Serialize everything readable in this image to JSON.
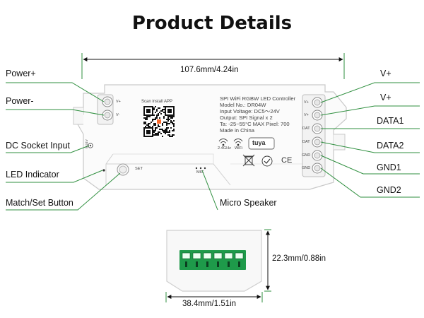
{
  "title": "Product Details",
  "dimensions": {
    "length": "107.6mm/4.24in",
    "height": "22.3mm/0.88in",
    "width": "38.4mm/1.51in"
  },
  "left_labels": {
    "power_plus": "Power+",
    "power_minus": "Power-",
    "dc_socket": "DC Socket Input",
    "led_indicator": "LED Indicator",
    "match_set": "Match/Set Button"
  },
  "bottom_label": "Micro Speaker",
  "right_labels": {
    "v_plus_1": "V+",
    "v_plus_2": "V+",
    "data1": "DATA1",
    "data2": "DATA2",
    "gnd1": "GND1",
    "gnd2": "GND2"
  },
  "device": {
    "scan_text": "Scan install APP",
    "spec_lines": [
      "SPI WiFi RGBW LED Controller",
      "Model No.: DR04W",
      "Input Voltage: DC5～24V",
      "Output: SPI Signal x 2",
      "Ta: -25~55°C  MAX Pixel: 700",
      "Made in China"
    ],
    "band_label": "2.4GHz",
    "wifi_label": "WiFi",
    "brand": "tuya",
    "ce_mark": "CE",
    "set_label": "SET",
    "mic_label": "MIC",
    "dc_label": "5-24V",
    "left_pins": [
      "V+",
      "V-"
    ],
    "right_pins": [
      "V+",
      "V+",
      "DAT",
      "DAT",
      "GND",
      "GND"
    ]
  },
  "colors": {
    "leader_line": "#2f8f3f",
    "terminal_green": "#1e9a4a",
    "body_outline": "#c9c9c9"
  }
}
